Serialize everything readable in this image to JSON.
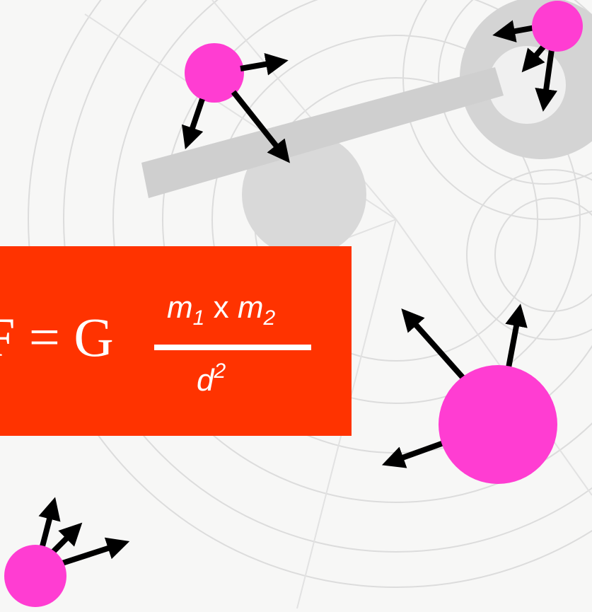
{
  "formula": {
    "lhs": "F = G",
    "m1": "m",
    "m1_sub": "1",
    "times": "x",
    "m2": "m",
    "m2_sub": "2",
    "d": "d",
    "d_sup": "2"
  },
  "colors": {
    "formula_box": "#ff3300",
    "body": "#ff3dd2",
    "arrow": "#000000",
    "text": "#ffffff",
    "background": "#f7f7f6",
    "etching": "#d9d9d9"
  },
  "bodies": [
    {
      "name": "body-top-left",
      "arrows": 3
    },
    {
      "name": "body-top-right",
      "arrows": 3
    },
    {
      "name": "body-large-right",
      "arrows": 3
    },
    {
      "name": "body-bottom-left",
      "arrows": 3
    }
  ]
}
